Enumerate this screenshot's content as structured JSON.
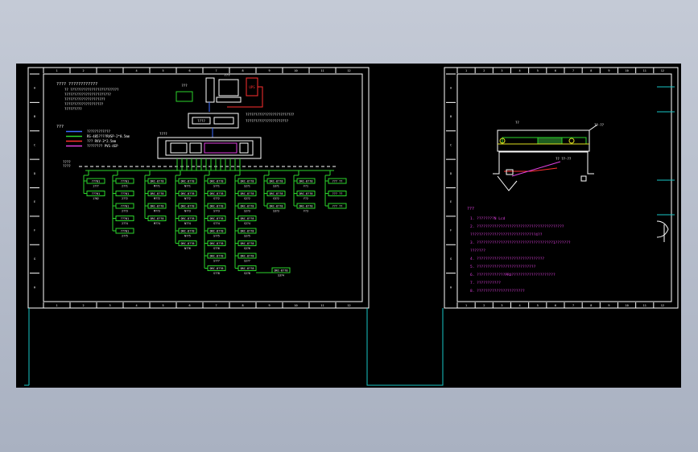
{
  "left_sheet": {
    "notes_title": "???? ????????????",
    "notes_lines": [
      "?? ?????????????????????????",
      "????????????????????????",
      "?????????????????????",
      "????????????????????",
      "?????????"
    ],
    "legend_title": "???",
    "legend": [
      {
        "label": "????????????",
        "color": "#3b6bff"
      },
      {
        "label": "RS-485????RVSP-2*0.5mm",
        "color": "#2bd52b"
      },
      {
        "label": "??? RVV-3*2.5mm",
        "color": "#ff3030"
      },
      {
        "label": "???????? PVS-4EP",
        "color": "#e040e0"
      }
    ],
    "ups_label": "UPS",
    "printer_label": "???",
    "host_label": "???",
    "switch_label": "????",
    "server_note": "?????????????????????????",
    "server_note2": "??????????????????????",
    "rack_label": "????",
    "bus_label": "????",
    "bus_label2": "????"
  },
  "modules": {
    "col1": [
      {
        "id": "???01",
        "tag": "1???"
      },
      {
        "id": "???01",
        "tag": "1?02"
      }
    ],
    "col2": [
      {
        "id": "???01",
        "tag": "2??1"
      },
      {
        "id": "???01",
        "tag": "2??2"
      },
      {
        "id": "???01",
        "tag": "2??3"
      },
      {
        "id": "???01",
        "tag": "2??4"
      },
      {
        "id": "???01",
        "tag": "2??5"
      }
    ],
    "col3": [
      {
        "id": "DRC-8??8",
        "tag": "M??1"
      },
      {
        "id": "DRC-8??8",
        "tag": "M??2"
      },
      {
        "id": "DRC-8??8",
        "tag": "M??3"
      },
      {
        "id": "DRC-8??8",
        "tag": "M??4"
      }
    ],
    "col4": [
      {
        "id": "DRC-8??8",
        "tag": "N??1"
      },
      {
        "id": "DRC-8??8",
        "tag": "N??2"
      },
      {
        "id": "DRC-8??8",
        "tag": "N??3"
      },
      {
        "id": "DRC-8??8",
        "tag": "N??4"
      },
      {
        "id": "DRC-8??8",
        "tag": "N??5"
      },
      {
        "id": "DRC-8??8",
        "tag": "N??6"
      }
    ],
    "col5": [
      {
        "id": "DRC-8??8",
        "tag": "S??1"
      },
      {
        "id": "DRC-8??8",
        "tag": "S??2"
      },
      {
        "id": "DRC-8??8",
        "tag": "S??3"
      },
      {
        "id": "DRC-8??8",
        "tag": "S??4"
      },
      {
        "id": "DRC-8??8",
        "tag": "S??5"
      },
      {
        "id": "DRC-8??8",
        "tag": "S??6"
      },
      {
        "id": "DRC-8??8",
        "tag": "S??7"
      },
      {
        "id": "DRC-8??8",
        "tag": "S??8"
      }
    ],
    "col6": [
      {
        "id": "DRC-8??8",
        "tag": "S2?1"
      },
      {
        "id": "DRC-8??8",
        "tag": "S2?2"
      },
      {
        "id": "DRC-8??8",
        "tag": "S2?3"
      },
      {
        "id": "DRC-8??8",
        "tag": "S2?4"
      },
      {
        "id": "DRC-8??8",
        "tag": "S2?5"
      },
      {
        "id": "DRC-8??8",
        "tag": "S2?6"
      },
      {
        "id": "DRC-8??8",
        "tag": "S2?7"
      },
      {
        "id": "DRC-8??8",
        "tag": "S2?8"
      }
    ],
    "col7": [
      {
        "id": "DRC-8??8",
        "tag": "S3?1"
      },
      {
        "id": "DRC-8??8",
        "tag": "S3?2"
      },
      {
        "id": "DRC-8??8",
        "tag": "S3?3"
      }
    ],
    "col8": [
      {
        "id": "DRC-8??8",
        "tag": "F?1"
      },
      {
        "id": "DRC-8??8",
        "tag": "F?2"
      },
      {
        "id": "DRC-8??8",
        "tag": "F?3"
      }
    ],
    "col9": [
      {
        "id": "??? ??"
      },
      {
        "id": "??? ??"
      },
      {
        "id": "??? ??"
      }
    ],
    "extra": {
      "id": "DRC-8??8",
      "tag": "S3?4"
    }
  },
  "right_sheet": {
    "detail_mark": "??",
    "detail_note": "??-??",
    "detail_note2": "?? ??-??",
    "notes_title": "???",
    "notes": [
      "1. ????????N Lcd",
      "2. ????????????????????????????????????????",
      "   ??????????????????????????????4??",
      "3. ???????????????????????????????????1???????",
      "   ???????",
      "4. ???????????????????????????????",
      "5. ???????????????????????????",
      "6. ?????????????PRU????????????????????",
      "7. ???????????",
      "8. ??????????????????????"
    ]
  },
  "grid_numbers": [
    "1",
    "2",
    "3",
    "4",
    "5",
    "6",
    "7",
    "8",
    "9",
    "10",
    "11",
    "12"
  ],
  "grid_letters": [
    "A",
    "B",
    "C",
    "D",
    "E",
    "F",
    "G",
    "H"
  ]
}
